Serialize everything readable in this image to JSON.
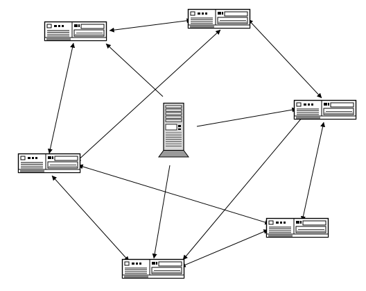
{
  "diagram": {
    "nodes": [
      {
        "id": "desktop-top-left",
        "kind": "desktop"
      },
      {
        "id": "desktop-top-center",
        "kind": "desktop"
      },
      {
        "id": "desktop-right",
        "kind": "desktop"
      },
      {
        "id": "desktop-left",
        "kind": "desktop"
      },
      {
        "id": "server-center",
        "kind": "server"
      },
      {
        "id": "desktop-lower-right",
        "kind": "desktop"
      },
      {
        "id": "desktop-bottom",
        "kind": "desktop"
      }
    ],
    "edges": [
      {
        "from": "desktop-top-left",
        "to": "desktop-top-center",
        "arrows": "both"
      },
      {
        "from": "desktop-top-center",
        "to": "desktop-right",
        "arrows": "both"
      },
      {
        "from": "desktop-top-left",
        "to": "desktop-left",
        "arrows": "both"
      },
      {
        "from": "desktop-top-center",
        "to": "desktop-left",
        "arrows": "both"
      },
      {
        "from": "server-center",
        "to": "desktop-top-left",
        "arrows": "end"
      },
      {
        "from": "server-center",
        "to": "desktop-right",
        "arrows": "end"
      },
      {
        "from": "server-center",
        "to": "desktop-bottom",
        "arrows": "end"
      },
      {
        "from": "desktop-left",
        "to": "desktop-lower-right",
        "arrows": "both"
      },
      {
        "from": "desktop-left",
        "to": "desktop-bottom",
        "arrows": "both"
      },
      {
        "from": "desktop-right",
        "to": "desktop-lower-right",
        "arrows": "both"
      },
      {
        "from": "desktop-right",
        "to": "desktop-bottom",
        "arrows": "both"
      },
      {
        "from": "desktop-lower-right",
        "to": "desktop-bottom",
        "arrows": "both"
      }
    ]
  },
  "colors": {
    "outline": "#000000",
    "fill": "#ffffff",
    "server_face": "#d8d8d8",
    "server_shadow": "#9a9a9a"
  }
}
